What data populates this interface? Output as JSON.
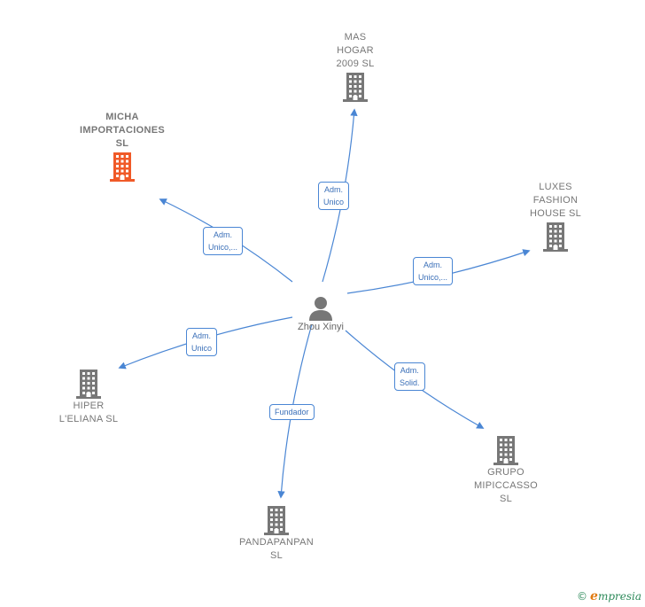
{
  "center": {
    "name": "Zhou Xinyi",
    "icon": "person-icon"
  },
  "companies": [
    {
      "id": "micha",
      "label": "MICHA\nIMPORTACIONES\nSL",
      "highlight": true,
      "icon": "building-icon"
    },
    {
      "id": "mas",
      "label": "MAS\nHOGAR\n2009 SL",
      "highlight": false,
      "icon": "building-icon"
    },
    {
      "id": "luxes",
      "label": "LUXES\nFASHION\nHOUSE  SL",
      "highlight": false,
      "icon": "building-icon"
    },
    {
      "id": "hiper",
      "label": "HIPER\nL'ELIANA  SL",
      "highlight": false,
      "icon": "building-icon"
    },
    {
      "id": "panda",
      "label": "PANDAPANPAN\nSL",
      "highlight": false,
      "icon": "building-icon"
    },
    {
      "id": "grupo",
      "label": "GRUPO\nMIPICCASSO\nSL",
      "highlight": false,
      "icon": "building-icon"
    }
  ],
  "relations": [
    {
      "to": "micha",
      "label": "Adm.\nUnico,..."
    },
    {
      "to": "mas",
      "label": "Adm.\nUnico"
    },
    {
      "to": "luxes",
      "label": "Adm.\nUnico,..."
    },
    {
      "to": "hiper",
      "label": "Adm.\nUnico"
    },
    {
      "to": "panda",
      "label": "Fundador"
    },
    {
      "to": "grupo",
      "label": "Adm.\nSolid."
    }
  ],
  "colors": {
    "edge": "#4a86d4",
    "building": "#777777",
    "building_highlight": "#f05a28"
  },
  "footer": {
    "copyright": "©",
    "brand_initial": "e",
    "brand_rest": "mpresia"
  }
}
